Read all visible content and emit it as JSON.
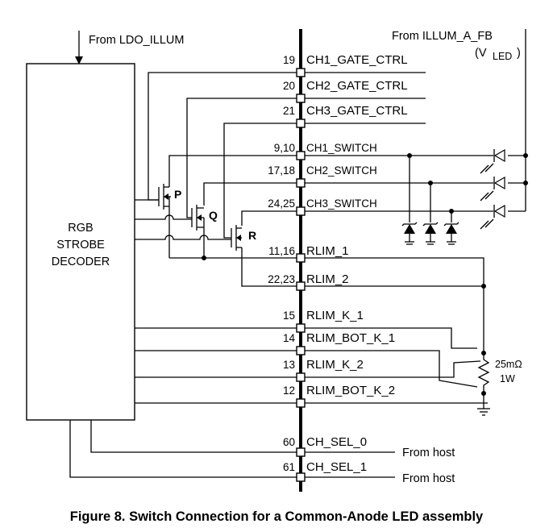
{
  "figure": {
    "caption": "Figure 8.  Switch Connection for a Common-Anode LED assembly"
  },
  "decoder": {
    "line1": "RGB",
    "line2": "STROBE",
    "line3": "DECODER",
    "supply_label": "From LDO_ILLUM"
  },
  "feedback": {
    "label": "From ILLUM_A_FB",
    "vled_open": "(V",
    "vled_sub": "LED",
    "vled_close": ")"
  },
  "transistors": {
    "p": "P",
    "q": "Q",
    "r": "R"
  },
  "resistor": {
    "value": "25mΩ",
    "power": "1W"
  },
  "pins": [
    {
      "num": "19",
      "name": "CH1_GATE_CTRL"
    },
    {
      "num": "20",
      "name": "CH2_GATE_CTRL"
    },
    {
      "num": "21",
      "name": "CH3_GATE_CTRL"
    },
    {
      "num": "9,10",
      "name": "CH1_SWITCH"
    },
    {
      "num": "17,18",
      "name": "CH2_SWITCH"
    },
    {
      "num": "24,25",
      "name": "CH3_SWITCH"
    },
    {
      "num": "11,16",
      "name": "RLIM_1"
    },
    {
      "num": "22,23",
      "name": "RLIM_2"
    },
    {
      "num": "15",
      "name": "RLIM_K_1"
    },
    {
      "num": "14",
      "name": "RLIM_BOT_K_1"
    },
    {
      "num": "13",
      "name": "RLIM_K_2"
    },
    {
      "num": "12",
      "name": "RLIM_BOT_K_2"
    },
    {
      "num": "60",
      "name": "CH_SEL_0"
    },
    {
      "num": "61",
      "name": "CH_SEL_1"
    }
  ],
  "host": {
    "from0": "From host",
    "from1": "From host"
  }
}
